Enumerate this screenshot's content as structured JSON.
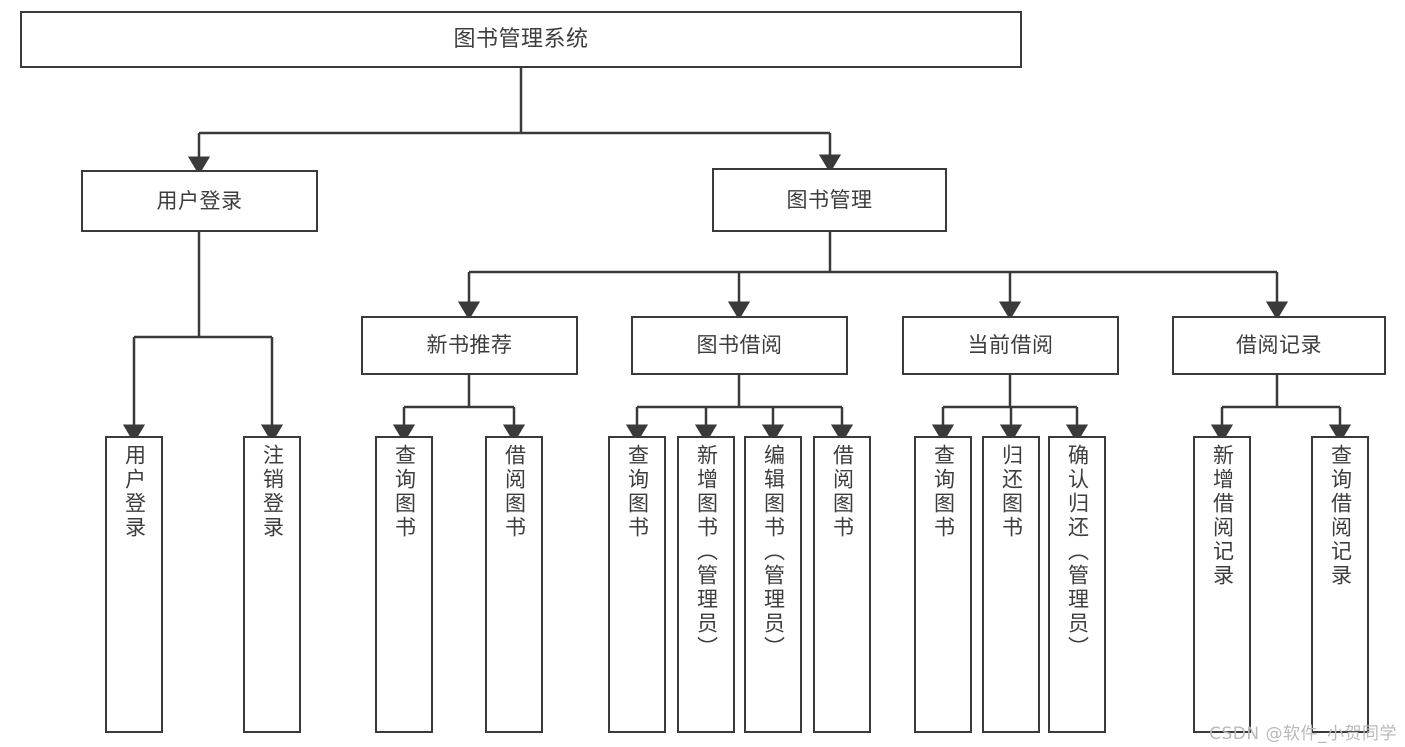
{
  "diagram": {
    "title": "图书管理系统",
    "type": "tree",
    "watermark": "CSDN @软件_小贺同学",
    "colors": {
      "stroke": "#3a3a3a",
      "fill": "#ffffff",
      "text": "#3d3d3d",
      "watermark": "#b9b9b9"
    },
    "nodes": {
      "root": {
        "label": "图书管理系统"
      },
      "level1": [
        {
          "id": "user-login",
          "label": "用户登录"
        },
        {
          "id": "book-manage",
          "label": "图书管理"
        }
      ],
      "level2": [
        {
          "id": "new-book-recommend",
          "label": "新书推荐"
        },
        {
          "id": "book-borrow",
          "label": "图书借阅"
        },
        {
          "id": "current-borrow",
          "label": "当前借阅"
        },
        {
          "id": "borrow-record",
          "label": "借阅记录"
        }
      ],
      "leaves": [
        {
          "id": "leaf-user-login",
          "label": "用户登录",
          "parent": "user-login"
        },
        {
          "id": "leaf-user-logout",
          "label": "注销登录",
          "parent": "user-login"
        },
        {
          "id": "leaf-query-book-1",
          "label": "查询图书",
          "parent": "new-book-recommend"
        },
        {
          "id": "leaf-borrow-book-1",
          "label": "借阅图书",
          "parent": "new-book-recommend"
        },
        {
          "id": "leaf-query-book-2",
          "label": "查询图书",
          "parent": "book-borrow"
        },
        {
          "id": "leaf-add-book",
          "label": "新增图书（管理员）",
          "parent": "book-borrow"
        },
        {
          "id": "leaf-edit-book",
          "label": "编辑图书（管理员）",
          "parent": "book-borrow"
        },
        {
          "id": "leaf-borrow-book-2",
          "label": "借阅图书",
          "parent": "book-borrow"
        },
        {
          "id": "leaf-query-book-3",
          "label": "查询图书",
          "parent": "current-borrow"
        },
        {
          "id": "leaf-return-book",
          "label": "归还图书",
          "parent": "current-borrow"
        },
        {
          "id": "leaf-confirm-return",
          "label": "确认归还（管理员）",
          "parent": "current-borrow"
        },
        {
          "id": "leaf-add-record",
          "label": "新增借阅记录",
          "parent": "borrow-record"
        },
        {
          "id": "leaf-query-record",
          "label": "查询借阅记录",
          "parent": "borrow-record"
        }
      ]
    }
  }
}
